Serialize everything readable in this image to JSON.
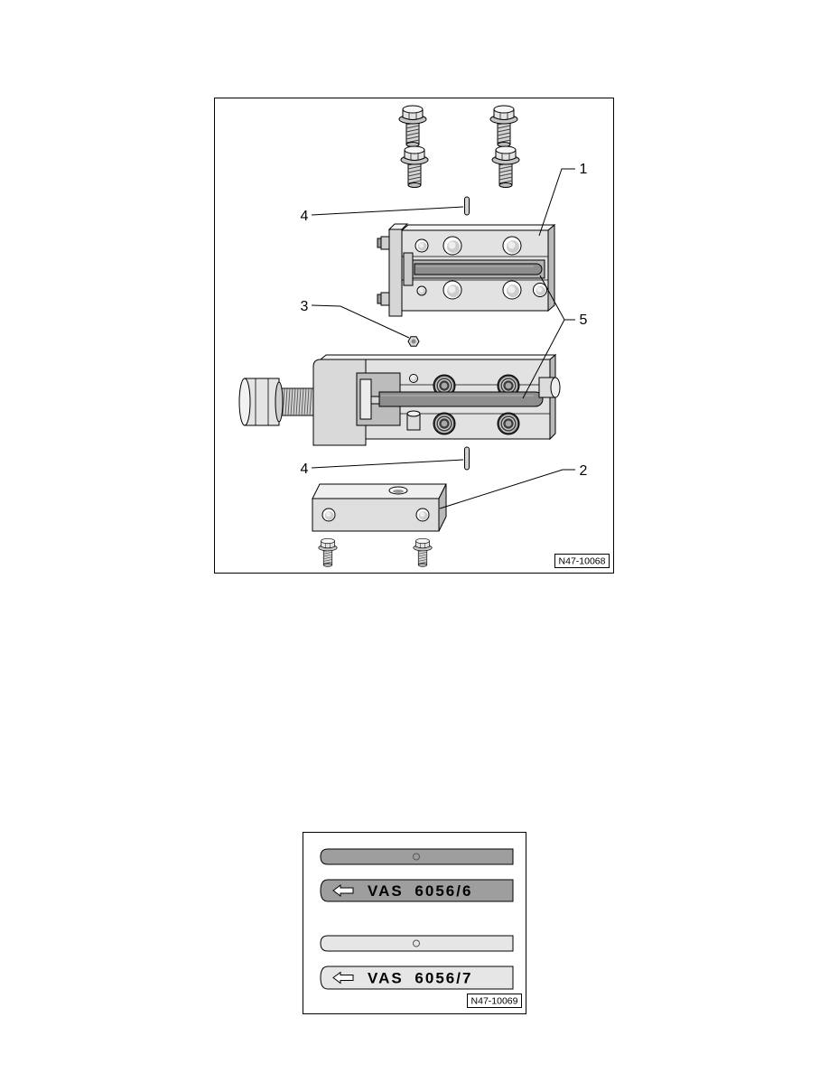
{
  "figure_1": {
    "callouts": {
      "part_1": "1",
      "part_2": "2",
      "part_3": "3",
      "part_4_top": "4",
      "part_4_bottom": "4",
      "part_5": "5"
    },
    "reference": "N47-10068"
  },
  "figure_2": {
    "tools": [
      {
        "name": "VAS 6056/6",
        "color": "#9e9e9e",
        "icon": "arrow-left-icon"
      },
      {
        "name": "VAS 6056/7",
        "color": "#e6e6e6",
        "icon": "arrow-left-icon"
      }
    ],
    "reference": "N47-10069"
  }
}
